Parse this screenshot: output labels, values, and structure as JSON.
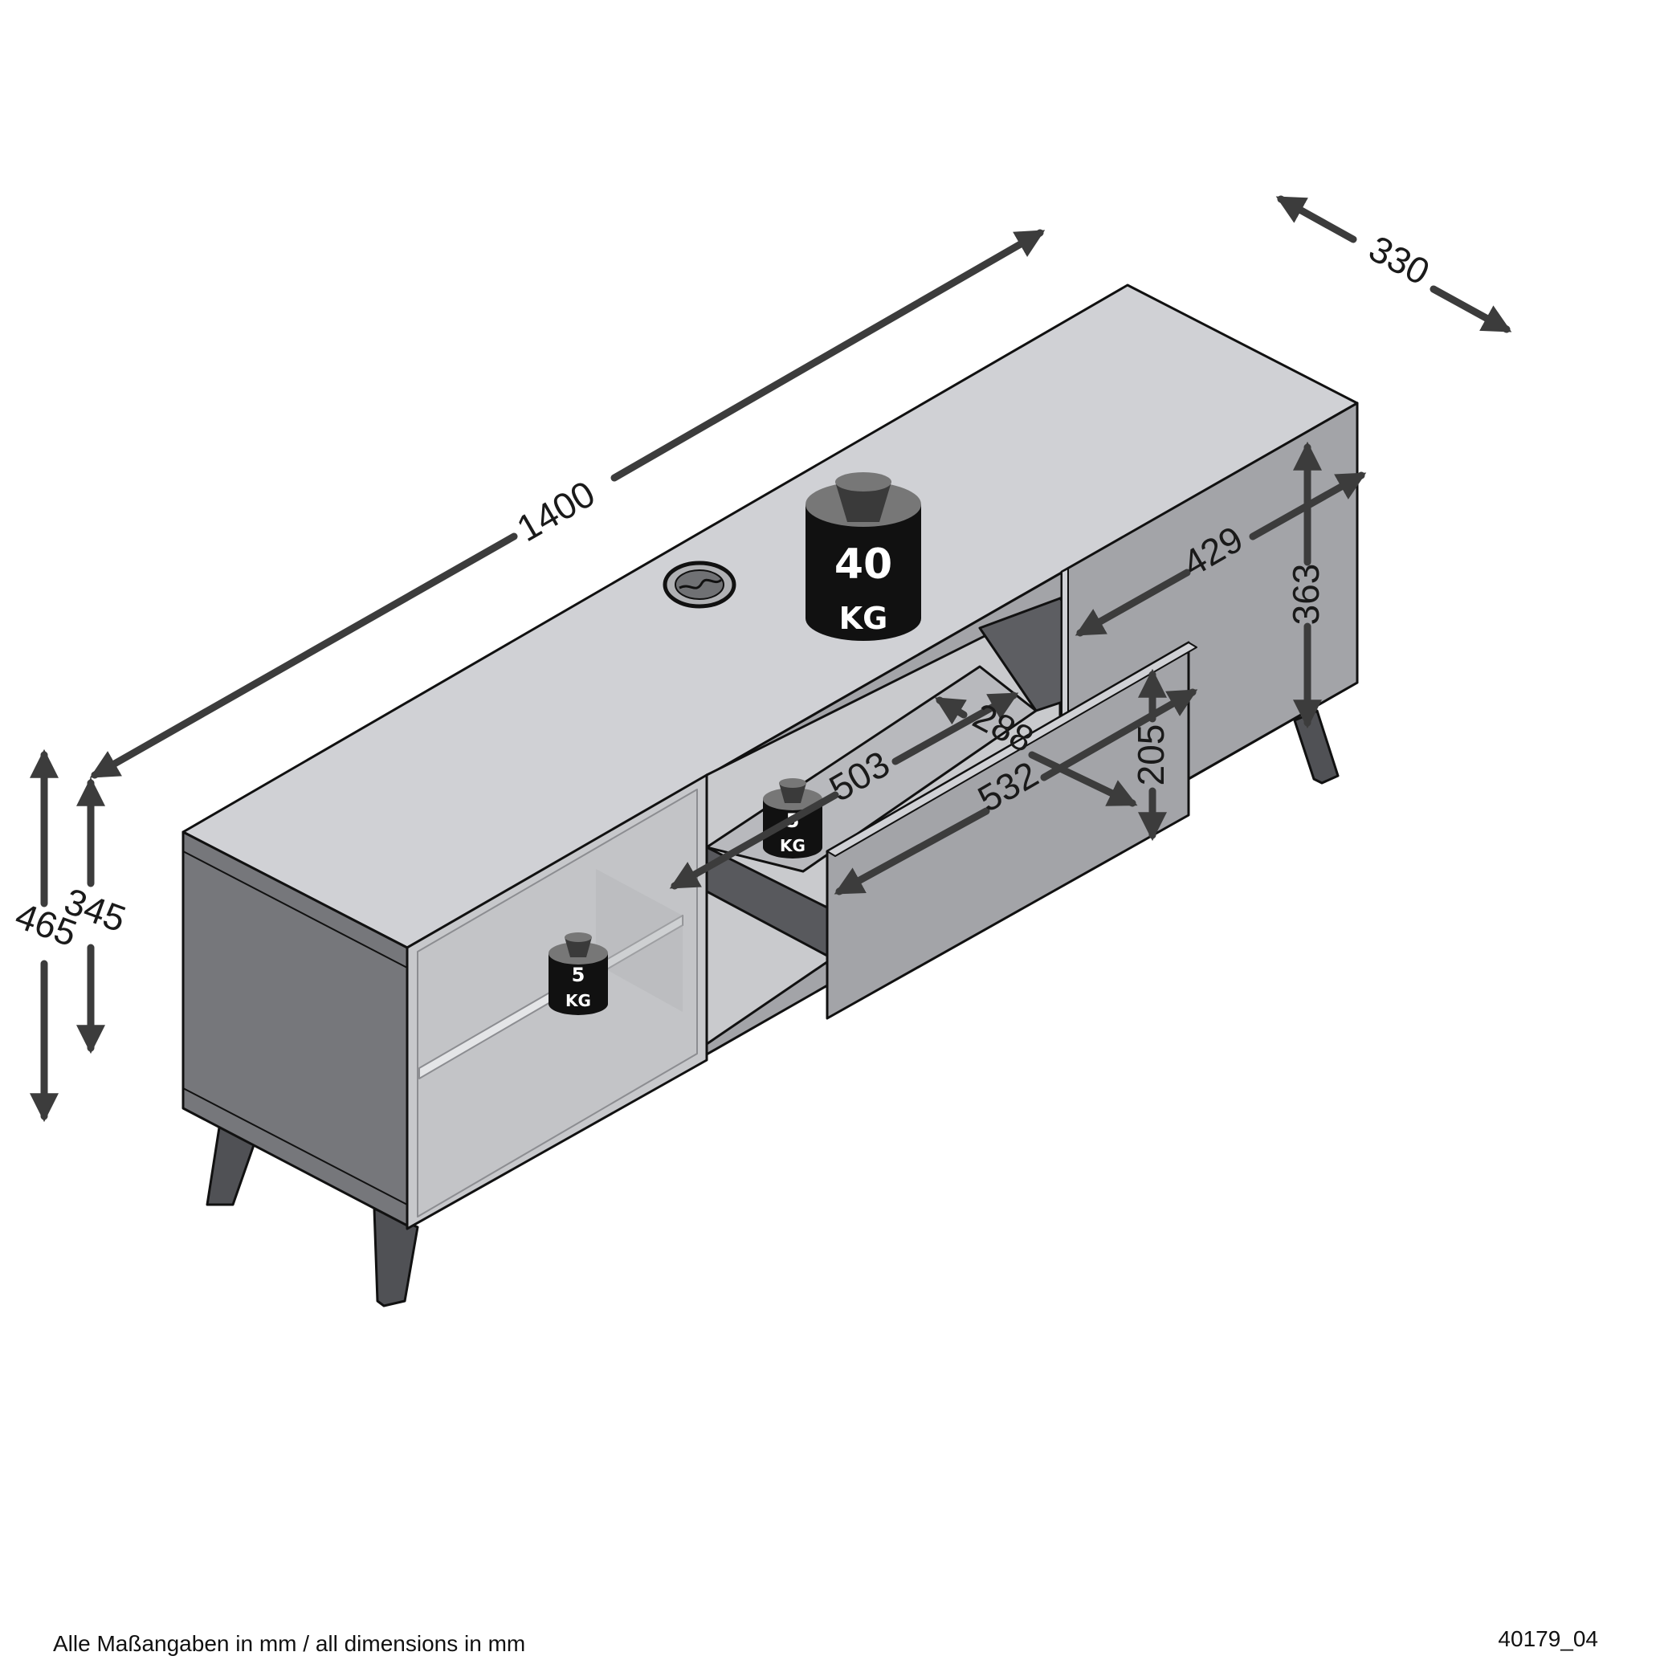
{
  "dimensions": {
    "width_total": "1400",
    "depth_total": "330",
    "height_total": "465",
    "height_body": "345",
    "door_width": "429",
    "door_height": "363",
    "drawer_inner_width": "503",
    "drawer_inner_depth": "288",
    "drawer_front_width": "532",
    "drawer_front_height": "205"
  },
  "weights": {
    "top": {
      "value": "40",
      "unit": "KG"
    },
    "drawer": {
      "value": "5",
      "unit": "KG"
    },
    "shelf": {
      "value": "5",
      "unit": "KG"
    }
  },
  "footer": {
    "note": "Alle Maßangaben in mm / all dimensions in mm",
    "code": "40179_04"
  },
  "colors": {
    "top": "#d0d1d5",
    "front": "#a3a4a8",
    "side": "#76777b",
    "glass": "#c7c8cb",
    "dark": "#4a4b4f",
    "arrow": "#3c3c3c"
  }
}
